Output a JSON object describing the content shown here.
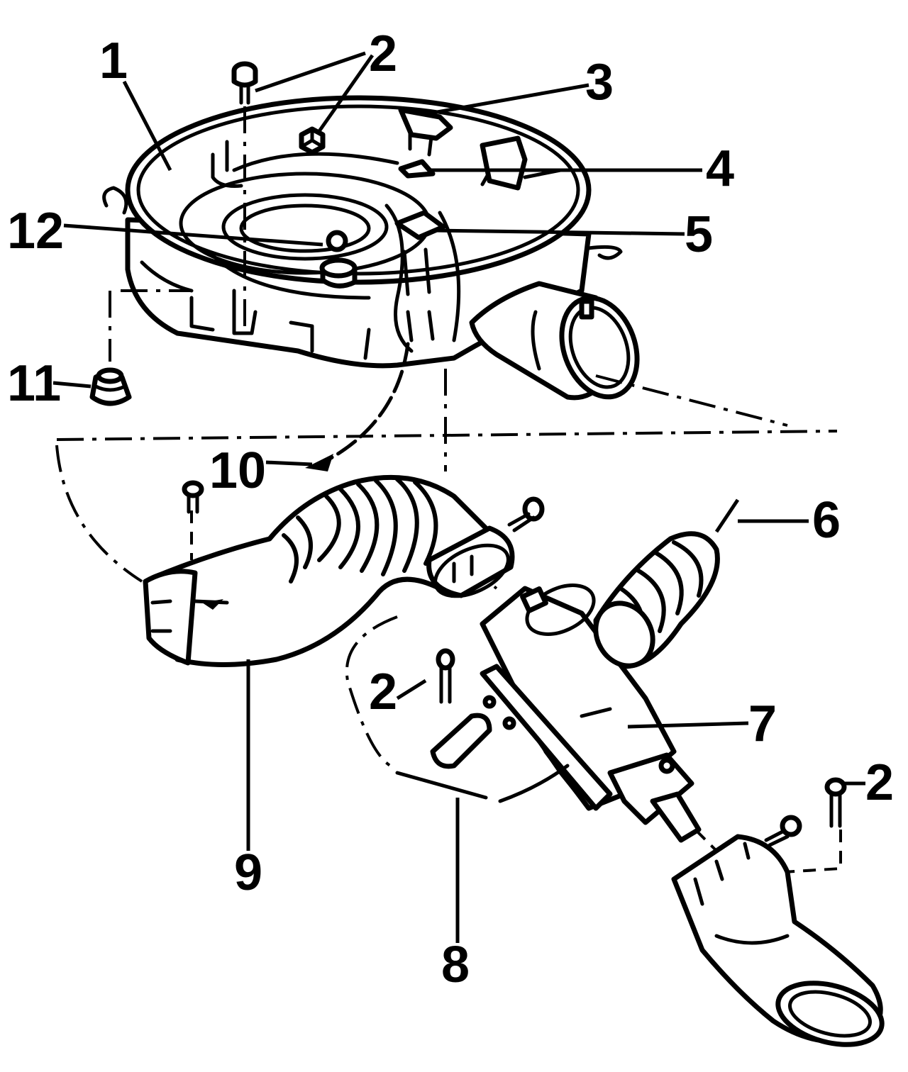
{
  "callouts": {
    "c1": "1",
    "c2a": "2",
    "c2b": "2",
    "c2c": "2",
    "c3": "3",
    "c4": "4",
    "c5": "5",
    "c6": "6",
    "c7": "7",
    "c8": "8",
    "c9": "9",
    "c10": "10",
    "c11": "11",
    "c12": "12"
  }
}
